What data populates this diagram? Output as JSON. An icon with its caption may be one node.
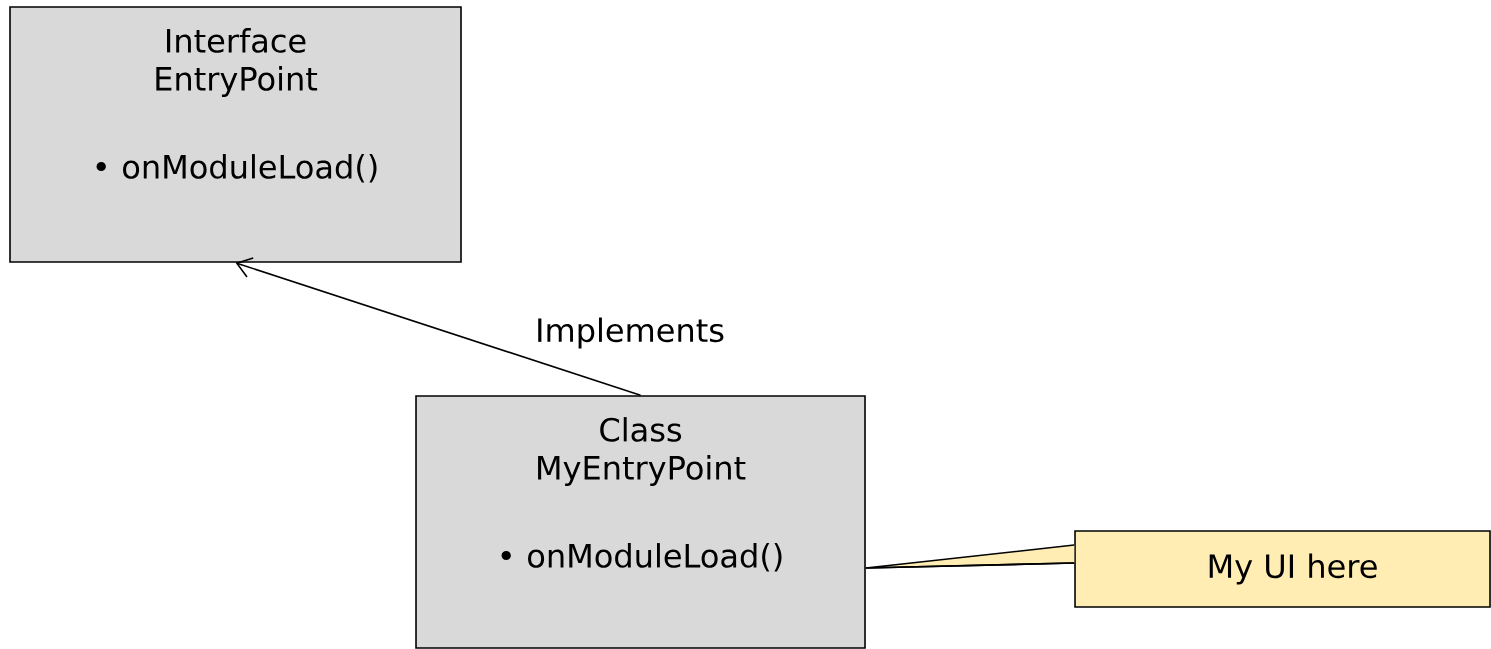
{
  "diagram": {
    "nodes": [
      {
        "text": [
          "Interface EntryPoint",
          "• onModuleLoad()"
        ]
      },
      {
        "text": [
          "Class MyEntryPoint",
          "• onModuleLoad()"
        ]
      },
      {
        "text": [
          "My UI here"
        ]
      }
    ],
    "edges": [
      {
        "from": 1,
        "to": 0,
        "arrow": "to",
        "label": "Implements"
      },
      {
        "from": 2,
        "to": 1,
        "arrow": "none"
      }
    ]
  }
}
